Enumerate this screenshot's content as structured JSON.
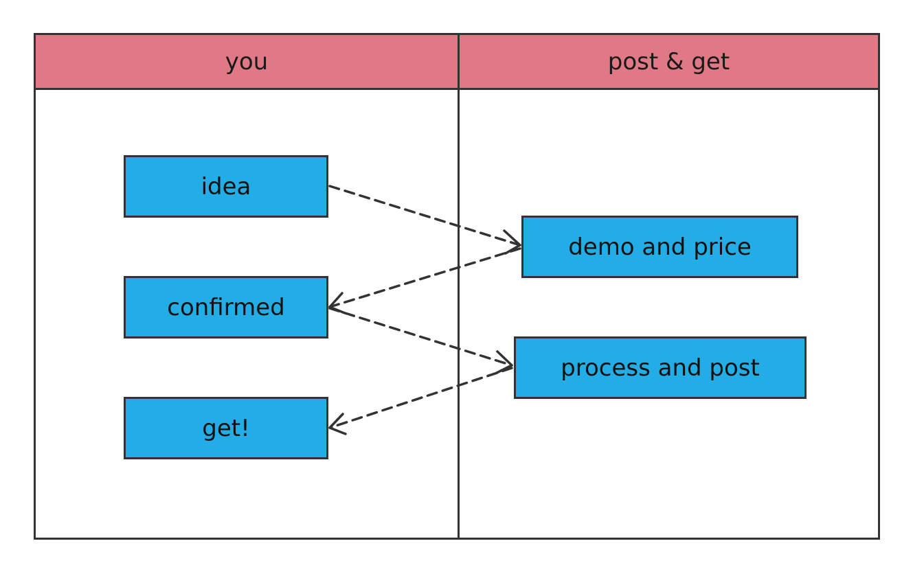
{
  "lanes": {
    "left_title": "you",
    "right_title": "post & get"
  },
  "nodes": {
    "idea": "idea",
    "confirmed": "confirmed",
    "get": "get!",
    "demo_price": "demo and price",
    "process_post": "process and post"
  },
  "colors": {
    "header": "#e07985",
    "node_fill": "#23ade6",
    "border": "#333333",
    "arrow": "#333333"
  },
  "edges": [
    {
      "from": "idea",
      "to": "demo and price",
      "style": "dashed"
    },
    {
      "from": "demo and price",
      "to": "confirmed",
      "style": "dashed"
    },
    {
      "from": "confirmed",
      "to": "process and post",
      "style": "dashed"
    },
    {
      "from": "process and post",
      "to": "get!",
      "style": "dashed"
    }
  ]
}
